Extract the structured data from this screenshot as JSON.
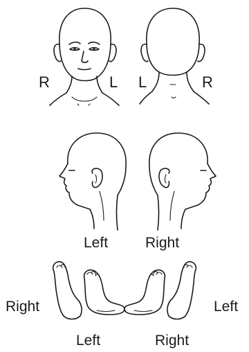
{
  "labels": {
    "front_right": "R",
    "front_left": "L",
    "back_left": "L",
    "back_right": "R",
    "profile_left": "Left",
    "profile_right": "Right",
    "foot_side_right": "Right",
    "foot_side_left": "Left",
    "foot_left": "Left",
    "foot_right": "Right"
  },
  "colors": {
    "ink": "#1a1a1a",
    "background": "#ffffff"
  }
}
